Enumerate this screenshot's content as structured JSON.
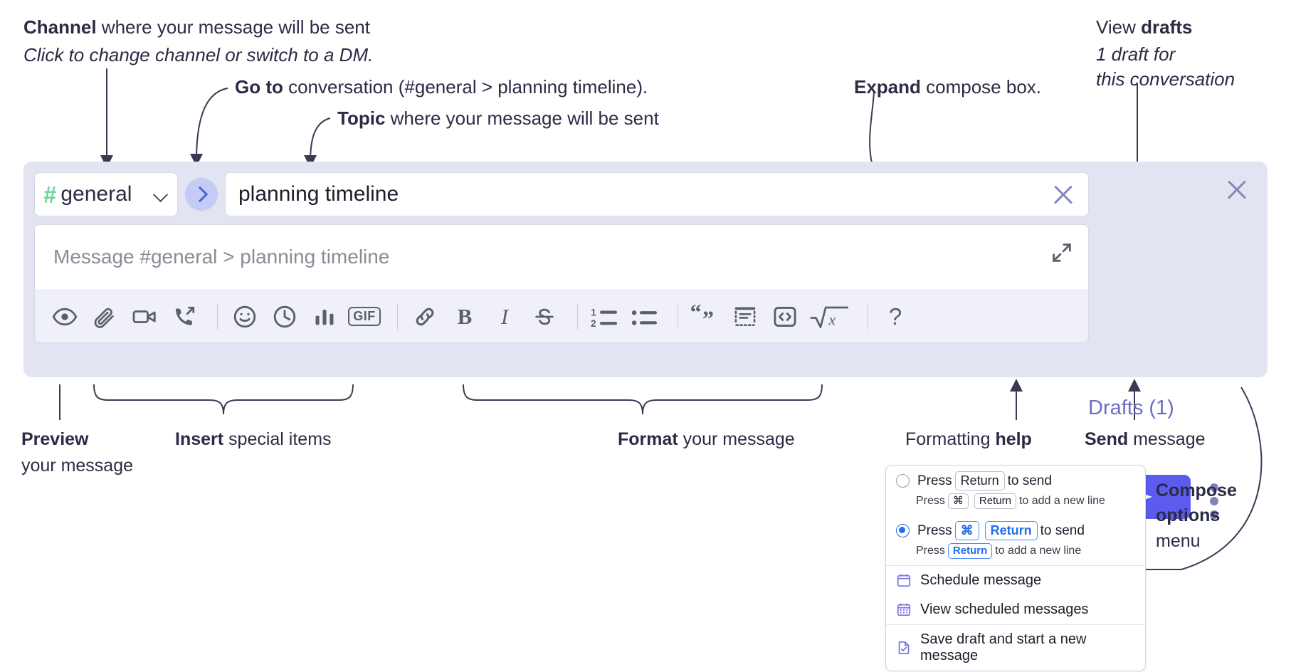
{
  "annotations": {
    "channel": {
      "bold": "Channel",
      "rest": " where your message will be sent",
      "italic": "Click to change channel or switch to a DM."
    },
    "goto": {
      "bold": "Go to",
      "rest": " conversation (#general > planning timeline)."
    },
    "topic": {
      "bold": "Topic",
      "rest": " where your message will be sent"
    },
    "expand": {
      "bold": "Expand",
      "rest": " compose box."
    },
    "drafts": {
      "plain": "View ",
      "bold": "drafts",
      "italic1": "1 draft for",
      "italic2": "this conversation"
    },
    "preview": {
      "bold": "Preview",
      "rest": "your message"
    },
    "insert": {
      "bold": "Insert",
      "rest": " special items"
    },
    "format": {
      "bold": "Format",
      "rest": " your message"
    },
    "help": {
      "plain": "Formatting ",
      "bold": "help"
    },
    "send": {
      "bold": "Send",
      "rest": " message"
    },
    "compose_options": {
      "bold1": "Compose",
      "bold2": "options",
      "rest": "menu"
    }
  },
  "compose": {
    "channel": {
      "hash": "#",
      "name": "general",
      "caret": "chevron-down-icon"
    },
    "goto_button": "go-to-conversation-icon",
    "topic": {
      "value": "planning timeline",
      "clear": "close-icon"
    },
    "message": {
      "placeholder": "Message #general > planning timeline",
      "expand": "expand-icon"
    },
    "toolbar": [
      {
        "name": "preview-icon",
        "label": "Preview"
      },
      {
        "name": "attachment-icon",
        "label": "Attach file"
      },
      {
        "name": "video-icon",
        "label": "Record video clip"
      },
      {
        "name": "audio-clip-icon",
        "label": "Record audio clip"
      },
      {
        "name": "separator",
        "label": ""
      },
      {
        "name": "emoji-icon",
        "label": "Emoji"
      },
      {
        "name": "clock-icon",
        "label": "Reminder"
      },
      {
        "name": "poll-icon",
        "label": "Poll"
      },
      {
        "name": "gif-icon",
        "label": "GIF"
      },
      {
        "name": "separator",
        "label": ""
      },
      {
        "name": "link-icon",
        "label": "Link"
      },
      {
        "name": "bold-icon",
        "label": "B"
      },
      {
        "name": "italic-icon",
        "label": "I"
      },
      {
        "name": "strikethrough-icon",
        "label": "Strikethrough"
      },
      {
        "name": "separator",
        "label": ""
      },
      {
        "name": "ordered-list-icon",
        "label": "Ordered list"
      },
      {
        "name": "bulleted-list-icon",
        "label": "Bulleted list"
      },
      {
        "name": "separator",
        "label": ""
      },
      {
        "name": "blockquote-icon",
        "label": "Blockquote"
      },
      {
        "name": "code-block-icon",
        "label": "Code block"
      },
      {
        "name": "code-icon",
        "label": "Code"
      },
      {
        "name": "math-icon",
        "label": "Math"
      },
      {
        "name": "separator",
        "label": ""
      },
      {
        "name": "help-icon",
        "label": "?"
      }
    ],
    "drafts_link": "Drafts (1)",
    "send_button": "send-icon",
    "overflow_menu": "kebab-icon",
    "close_panel": "close-icon"
  },
  "menu": {
    "option1": {
      "pre": "Press",
      "key": "Return",
      "post": "to send",
      "sub_pre": "Press",
      "sub_key1": "⌘",
      "sub_key2": "Return",
      "sub_post": "to add a new line",
      "selected": false
    },
    "option2": {
      "pre": "Press",
      "key1": "⌘",
      "key2": "Return",
      "post": "to send",
      "sub_pre": "Press",
      "sub_key": "Return",
      "sub_post": "to add a new line",
      "selected": true
    },
    "items": [
      {
        "icon": "calendar-icon",
        "label": "Schedule message"
      },
      {
        "icon": "calendar-grid-icon",
        "label": "View scheduled messages"
      },
      {
        "icon": "save-draft-icon",
        "label": "Save draft and start a new message"
      }
    ]
  },
  "colors": {
    "accent_purple": "#5b5bef",
    "panel_bg": "#e2e4f2",
    "toolbar_bg": "#f0f1f8",
    "hash_green": "#6ed49a",
    "drafts_text": "#6b6fc4",
    "blue_key": "#1f6feb"
  }
}
